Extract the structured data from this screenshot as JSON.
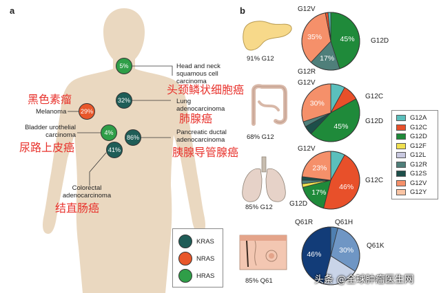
{
  "panels": {
    "a": "a",
    "b": "b"
  },
  "colors": {
    "KRAS": "#1f5d57",
    "NRAS": "#e8572a",
    "HRAS": "#2f9e48",
    "G12A": "#5bbfbc",
    "G12C": "#e8502a",
    "G12D": "#1f8a3a",
    "G12F": "#f0e050",
    "G12L": "#c9c9e0",
    "G12R": "#4f7f7a",
    "G12S": "#1d4f4a",
    "G12V": "#f5906a",
    "G12Y": "#f9c4a4",
    "Q61H": "#4f7fb0",
    "Q61K": "#6f96c4",
    "Q61L": "#c9d4e8",
    "Q61R": "#123c78"
  },
  "body_sites": [
    {
      "name": "head-neck",
      "percent": "5%",
      "gene": "HRAS",
      "label": [
        "Head and neck",
        "squamous cell",
        "carcinoma"
      ],
      "cn": "头颈鳞状细胞癌"
    },
    {
      "name": "lung",
      "percent": "32%",
      "gene": "KRAS",
      "label": [
        "Lung",
        "adenocarcinoma"
      ],
      "cn": "肺腺癌"
    },
    {
      "name": "melanoma",
      "percent": "29%",
      "gene": "NRAS",
      "label": [
        "Melanoma"
      ],
      "cn": "黑色素瘤"
    },
    {
      "name": "bladder",
      "percent": "4%",
      "gene": "HRAS",
      "label": [
        "Bladder urothelial",
        "carcinoma"
      ],
      "cn": "尿路上皮癌"
    },
    {
      "name": "pancreatic",
      "percent": "86%",
      "gene": "KRAS",
      "label": [
        "Pancreatic ductal",
        "adenocarcinoma"
      ],
      "cn": "胰腺导管腺癌"
    },
    {
      "name": "colorectal",
      "percent": "41%",
      "gene": "KRAS",
      "label": [
        "Colorectal",
        "adenocarcinoma"
      ],
      "cn": "结直肠癌"
    }
  ],
  "gene_legend": [
    {
      "gene": "KRAS",
      "label": "KRAS"
    },
    {
      "gene": "NRAS",
      "label": "NRAS"
    },
    {
      "gene": "HRAS",
      "label": "HRAS"
    }
  ],
  "mutation_legend": [
    {
      "code": "G12A",
      "label": "G12A"
    },
    {
      "code": "G12C",
      "label": "G12C"
    },
    {
      "code": "G12D",
      "label": "G12D"
    },
    {
      "code": "G12F",
      "label": "G12F"
    },
    {
      "code": "G12L",
      "label": "G12L"
    },
    {
      "code": "G12R",
      "label": "G12R"
    },
    {
      "code": "G12S",
      "label": "G12S"
    },
    {
      "code": "G12V",
      "label": "G12V"
    },
    {
      "code": "G12Y",
      "label": "G12Y"
    }
  ],
  "organs": [
    {
      "name": "pancreas",
      "caption": "91% G12",
      "slices": [
        {
          "code": "G12D",
          "value": 45,
          "text": "45%"
        },
        {
          "code": "G12R",
          "value": 17,
          "text": "17%"
        },
        {
          "code": "G12V",
          "value": 35,
          "text": "35%"
        },
        {
          "code": "G12C",
          "value": 1.5,
          "text": ""
        },
        {
          "code": "G12A",
          "value": 1.5,
          "text": ""
        }
      ],
      "outer_labels": [
        "G12V",
        "G12D",
        "G12R"
      ]
    },
    {
      "name": "colon",
      "caption": "68% G12",
      "slices": [
        {
          "code": "G12A",
          "value": 8,
          "text": ""
        },
        {
          "code": "G12C",
          "value": 9,
          "text": ""
        },
        {
          "code": "G12D",
          "value": 45,
          "text": "45%"
        },
        {
          "code": "G12S",
          "value": 5,
          "text": ""
        },
        {
          "code": "G12R",
          "value": 3,
          "text": ""
        },
        {
          "code": "G12V",
          "value": 30,
          "text": "30%"
        }
      ],
      "outer_labels": [
        "G12V",
        "G12C",
        "G12D"
      ]
    },
    {
      "name": "lung",
      "caption": "85% G12",
      "slices": [
        {
          "code": "G12A",
          "value": 8,
          "text": ""
        },
        {
          "code": "G12C",
          "value": 46,
          "text": "46%"
        },
        {
          "code": "G12D",
          "value": 17,
          "text": "17%"
        },
        {
          "code": "G12F",
          "value": 2,
          "text": ""
        },
        {
          "code": "G12R",
          "value": 2,
          "text": ""
        },
        {
          "code": "G12S",
          "value": 2,
          "text": ""
        },
        {
          "code": "G12V",
          "value": 23,
          "text": "23%"
        }
      ],
      "outer_labels": [
        "G12V",
        "G12C",
        "G12D"
      ]
    },
    {
      "name": "skin",
      "caption": "85% Q61",
      "slices": [
        {
          "code": "Q61H",
          "value": 4,
          "text": ""
        },
        {
          "code": "Q61K",
          "value": 30,
          "text": "30%"
        },
        {
          "code": "Q61L",
          "value": 20,
          "text": ""
        },
        {
          "code": "Q61R",
          "value": 46,
          "text": "46%"
        }
      ],
      "outer_labels": [
        "Q61R",
        "Q61H",
        "Q61K"
      ]
    }
  ],
  "watermark": "头条 @全球肿瘤医生网"
}
